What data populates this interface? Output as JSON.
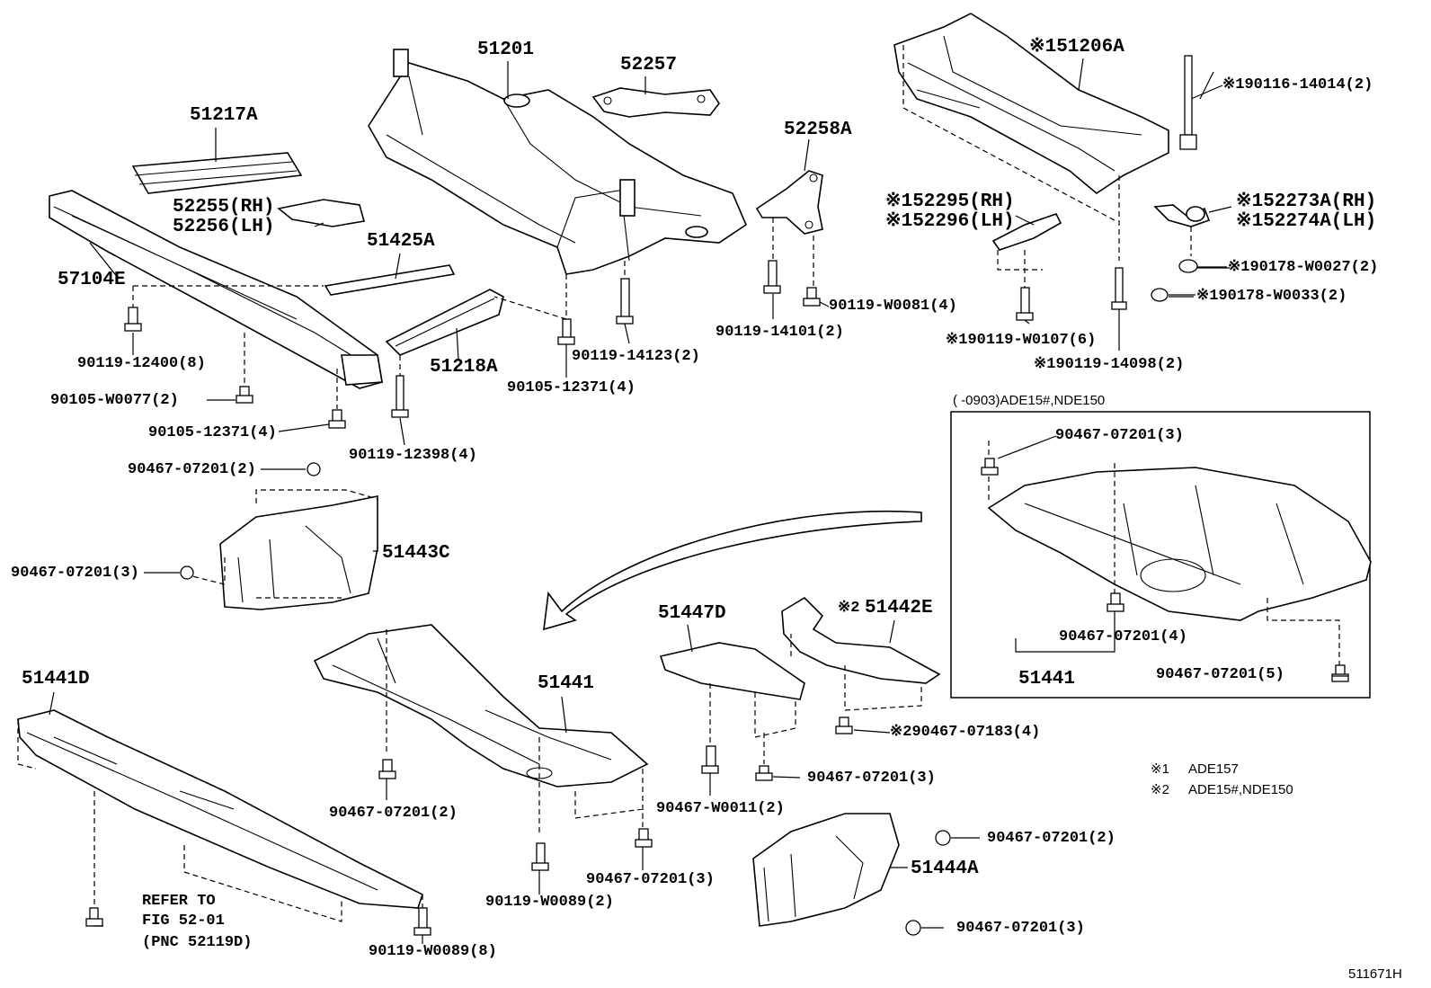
{
  "labels": {
    "p51201": "51201",
    "p52257": "52257",
    "p51217A": "51217A",
    "p52255": "52255(RH)",
    "p52256": "52256(LH)",
    "p51425A": "51425A",
    "p57104E": "57104E",
    "p51218A": "51218A",
    "p52258A": "52258A",
    "p151206A": "※151206A",
    "p190116": "※190116-14014(2)",
    "p152295": "※152295(RH)",
    "p152296": "※152296(LH)",
    "p152273A": "※152273A(RH)",
    "p152274A": "※152274A(LH)",
    "p190178_27": "※190178-W0027(2)",
    "p190178_33": "※190178-W0033(2)",
    "p90119_12400": "90119-12400(8)",
    "p90105_W0077": "90105-W0077(2)",
    "p90105_12371a": "90105-12371(4)",
    "p90119_12398": "90119-12398(4)",
    "p90105_12371b": "90105-12371(4)",
    "p90119_14123": "90119-14123(2)",
    "p90119_14101": "90119-14101(2)",
    "p90119_W0081": "90119-W0081(4)",
    "p190119_W0107": "※190119-W0107(6)",
    "p190119_14098": "※190119-14098(2)",
    "p90467_a": "90467-07201(2)",
    "p90467_b": "90467-07201(3)",
    "p51443C": "51443C",
    "p51441D": "51441D",
    "p51441_main": "51441",
    "p51447D": "51447D",
    "p51442E_prefix": "※2",
    "p51442E": "51442E",
    "p90467_07183": "※290467-07183(4)",
    "p90467_c": "90467-07201(2)",
    "p90467_W0011": "90467-W0011(2)",
    "p90467_d": "90467-07201(3)",
    "p90467_e": "90467-07201(3)",
    "p90119_W0089a": "90119-W0089(2)",
    "p90119_W0089b": "90119-W0089(8)",
    "p51444A": "51444A",
    "p90467_f": "90467-07201(2)",
    "p90467_g": "90467-07201(3)",
    "refer1": "REFER TO",
    "refer2": "FIG 52-01",
    "refer3": "(PNC 52119D)",
    "box_title": "(    -0903)ADE15#,NDE150",
    "box_90467_h": "90467-07201(3)",
    "box_90467_i": "90467-07201(4)",
    "box_90467_j": "90467-07201(5)",
    "box_51441": "51441",
    "note1_mark": "※1",
    "note1_text": "ADE157",
    "note2_mark": "※2",
    "note2_text": "ADE15#,NDE150",
    "diagram_id": "511671H"
  }
}
